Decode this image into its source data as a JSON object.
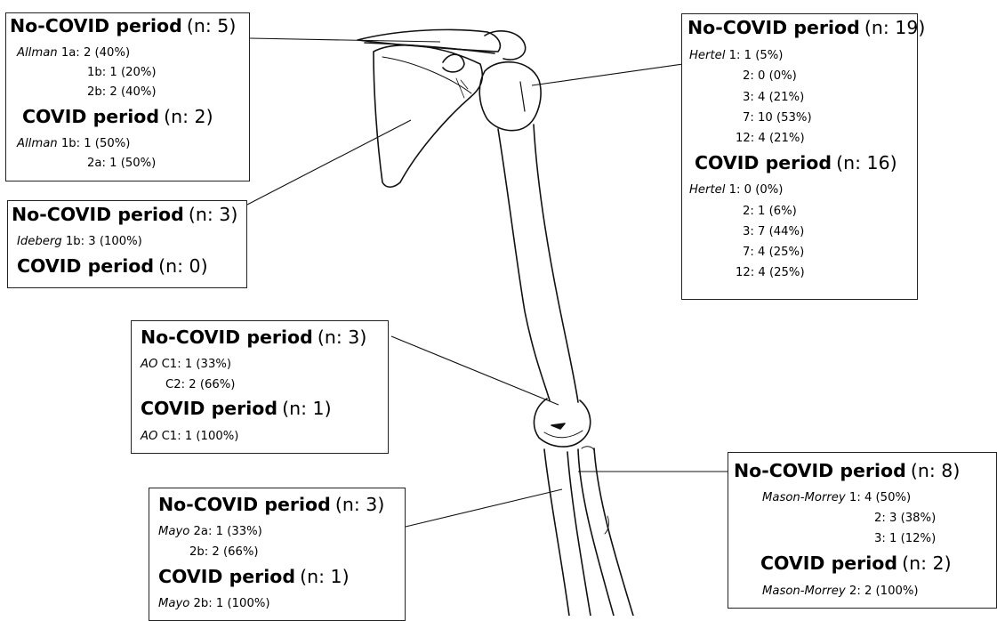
{
  "boxes": [
    {
      "id": "clavicle",
      "sections": [
        {
          "title": "No-COVID period",
          "n": "(n: 5)",
          "rows": [
            {
              "cls": "Allman",
              "text": " 1a: 2 (40%)"
            },
            {
              "cls": "",
              "text": "1b: 1 (20%)"
            },
            {
              "cls": "",
              "text": "2b: 2 (40%)"
            }
          ]
        },
        {
          "title": "COVID period",
          "n": "(n: 2)",
          "rows": [
            {
              "cls": "Allman",
              "text": " 1b: 1 (50%)"
            },
            {
              "cls": "",
              "text": "2a: 1 (50%)"
            }
          ]
        }
      ]
    },
    {
      "id": "scapula",
      "sections": [
        {
          "title": "No-COVID period",
          "n": "(n: 3)",
          "rows": [
            {
              "cls": "Ideberg",
              "text": " 1b: 3 (100%)"
            }
          ]
        },
        {
          "title": "COVID period",
          "n": "(n: 0)",
          "rows": []
        }
      ]
    },
    {
      "id": "proximal-humerus",
      "sections": [
        {
          "title": "No-COVID period",
          "n": "(n: 19)",
          "rows": [
            {
              "cls": "Hertel",
              "text": " 1: 1 (5%)"
            },
            {
              "cls": "",
              "text": "2: 0 (0%)"
            },
            {
              "cls": "",
              "text": "3: 4 (21%)"
            },
            {
              "cls": "",
              "text": "7: 10 (53%)"
            },
            {
              "cls": "",
              "text": "12: 4 (21%)"
            }
          ]
        },
        {
          "title": "COVID period",
          "n": "(n: 16)",
          "rows": [
            {
              "cls": "Hertel",
              "text": " 1: 0 (0%)"
            },
            {
              "cls": "",
              "text": "2: 1 (6%)"
            },
            {
              "cls": "",
              "text": "3: 7 (44%)"
            },
            {
              "cls": "",
              "text": "7: 4 (25%)"
            },
            {
              "cls": "",
              "text": "12: 4 (25%)"
            }
          ]
        }
      ]
    },
    {
      "id": "distal-humerus",
      "sections": [
        {
          "title": "No-COVID period",
          "n": "(n: 3)",
          "rows": [
            {
              "cls": "AO",
              "text": " C1: 1 (33%)"
            },
            {
              "cls": "",
              "text": "C2: 2 (66%)"
            }
          ]
        },
        {
          "title": "COVID period",
          "n": "(n: 1)",
          "rows": [
            {
              "cls": "AO",
              "text": " C1: 1 (100%)"
            }
          ]
        }
      ]
    },
    {
      "id": "olecranon",
      "sections": [
        {
          "title": "No-COVID period",
          "n": "(n: 3)",
          "rows": [
            {
              "cls": "Mayo",
              "text": " 2a: 1 (33%)"
            },
            {
              "cls": "",
              "text": "2b: 2 (66%)"
            }
          ]
        },
        {
          "title": "COVID period",
          "n": "(n: 1)",
          "rows": [
            {
              "cls": "Mayo",
              "text": " 2b: 1 (100%)"
            }
          ]
        }
      ]
    },
    {
      "id": "radial-head",
      "sections": [
        {
          "title": "No-COVID period",
          "n": "(n: 8)",
          "rows": [
            {
              "cls": "Mason-Morrey",
              "text": " 1: 4 (50%)"
            },
            {
              "cls": "",
              "text": "2: 3 (38%)"
            },
            {
              "cls": "",
              "text": "3: 1 (12%)"
            }
          ]
        },
        {
          "title": "COVID period",
          "n": "(n: 2)",
          "rows": [
            {
              "cls": "Mason-Morrey",
              "text": " 2: 2 (100%)"
            }
          ]
        }
      ]
    }
  ]
}
